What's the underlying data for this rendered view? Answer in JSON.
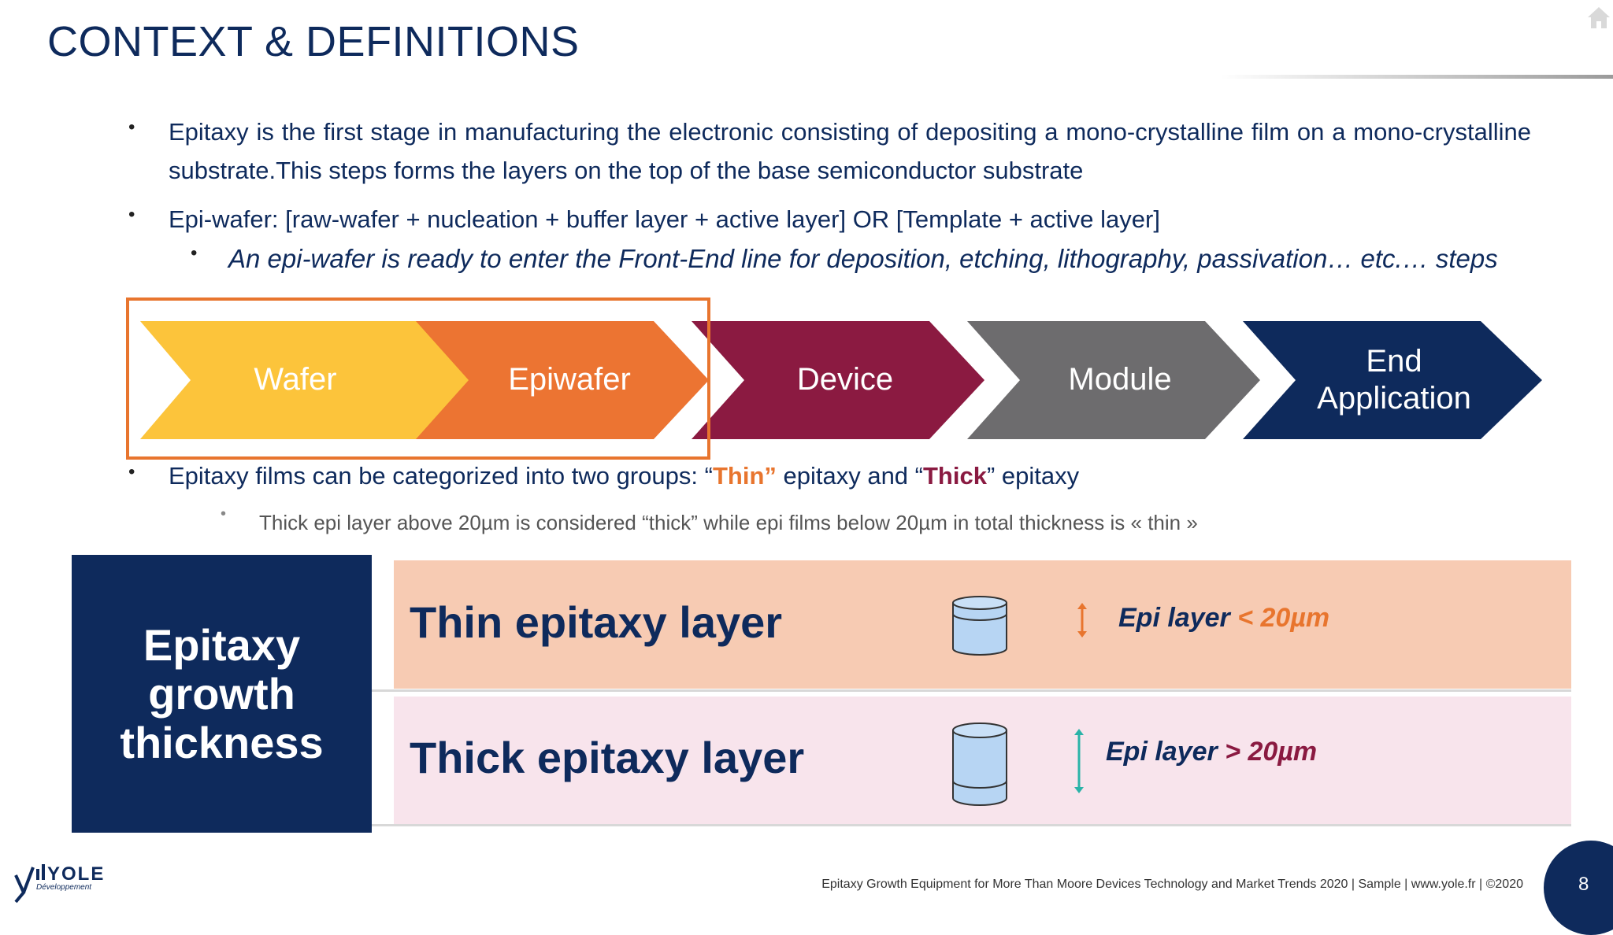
{
  "slide": {
    "title": "CONTEXT & DEFINITIONS",
    "page_number": "8",
    "footer": "Epitaxy Growth Equipment for More Than Moore Devices Technology and Market Trends 2020 | Sample | www.yole.fr | ©2020"
  },
  "bullets": {
    "b1": "Epitaxy is the first stage in manufacturing the electronic consisting of depositing a mono-crystalline film on a mono-crystalline substrate.This steps forms the layers on the top of the base semiconductor substrate",
    "b2": "Epi-wafer: [raw-wafer + nucleation + buffer layer + active layer] OR [Template + active layer]",
    "b2_sub": "An epi-wafer is ready to enter the Front-End line for deposition, etching, lithography, passivation… etc.… steps",
    "b3_prefix": "Epitaxy films can be categorized into two groups:  “",
    "b3_thin": "Thin”",
    "b3_mid": " epitaxy and “",
    "b3_thick": "Thick",
    "b3_suffix": "” epitaxy",
    "b3_sub": "Thick epi layer above 20µm is considered “thick” while epi films below 20µm in total thickness is « thin »",
    "bullet_char": "•"
  },
  "chain": {
    "steps": [
      {
        "label": "Wafer",
        "color": "#fcc43b"
      },
      {
        "label": "Epiwafer",
        "color": "#ec7432"
      },
      {
        "label": "Device",
        "color": "#8b1a41"
      },
      {
        "label": "Module",
        "color": "#6d6c6e"
      },
      {
        "label_line1": "End",
        "label_line2": "Application",
        "color": "#0e2a5c"
      }
    ],
    "highlight_color": "#e8752e"
  },
  "thickness": {
    "heading_line1": "Epitaxy",
    "heading_line2": "growth",
    "heading_line3": "thickness",
    "thin_title": "Thin epitaxy layer",
    "thin_label_pre": "Epi layer ",
    "thin_label_op": "< 20µm",
    "thick_title": "Thick epitaxy layer",
    "thick_label_pre": "Epi layer ",
    "thick_label_op": "> 20µm",
    "thin_band_color": "#f7cbb3",
    "thick_band_color": "#f8e4ec"
  },
  "logo": {
    "name": "YOLE",
    "sub": "Développement"
  }
}
